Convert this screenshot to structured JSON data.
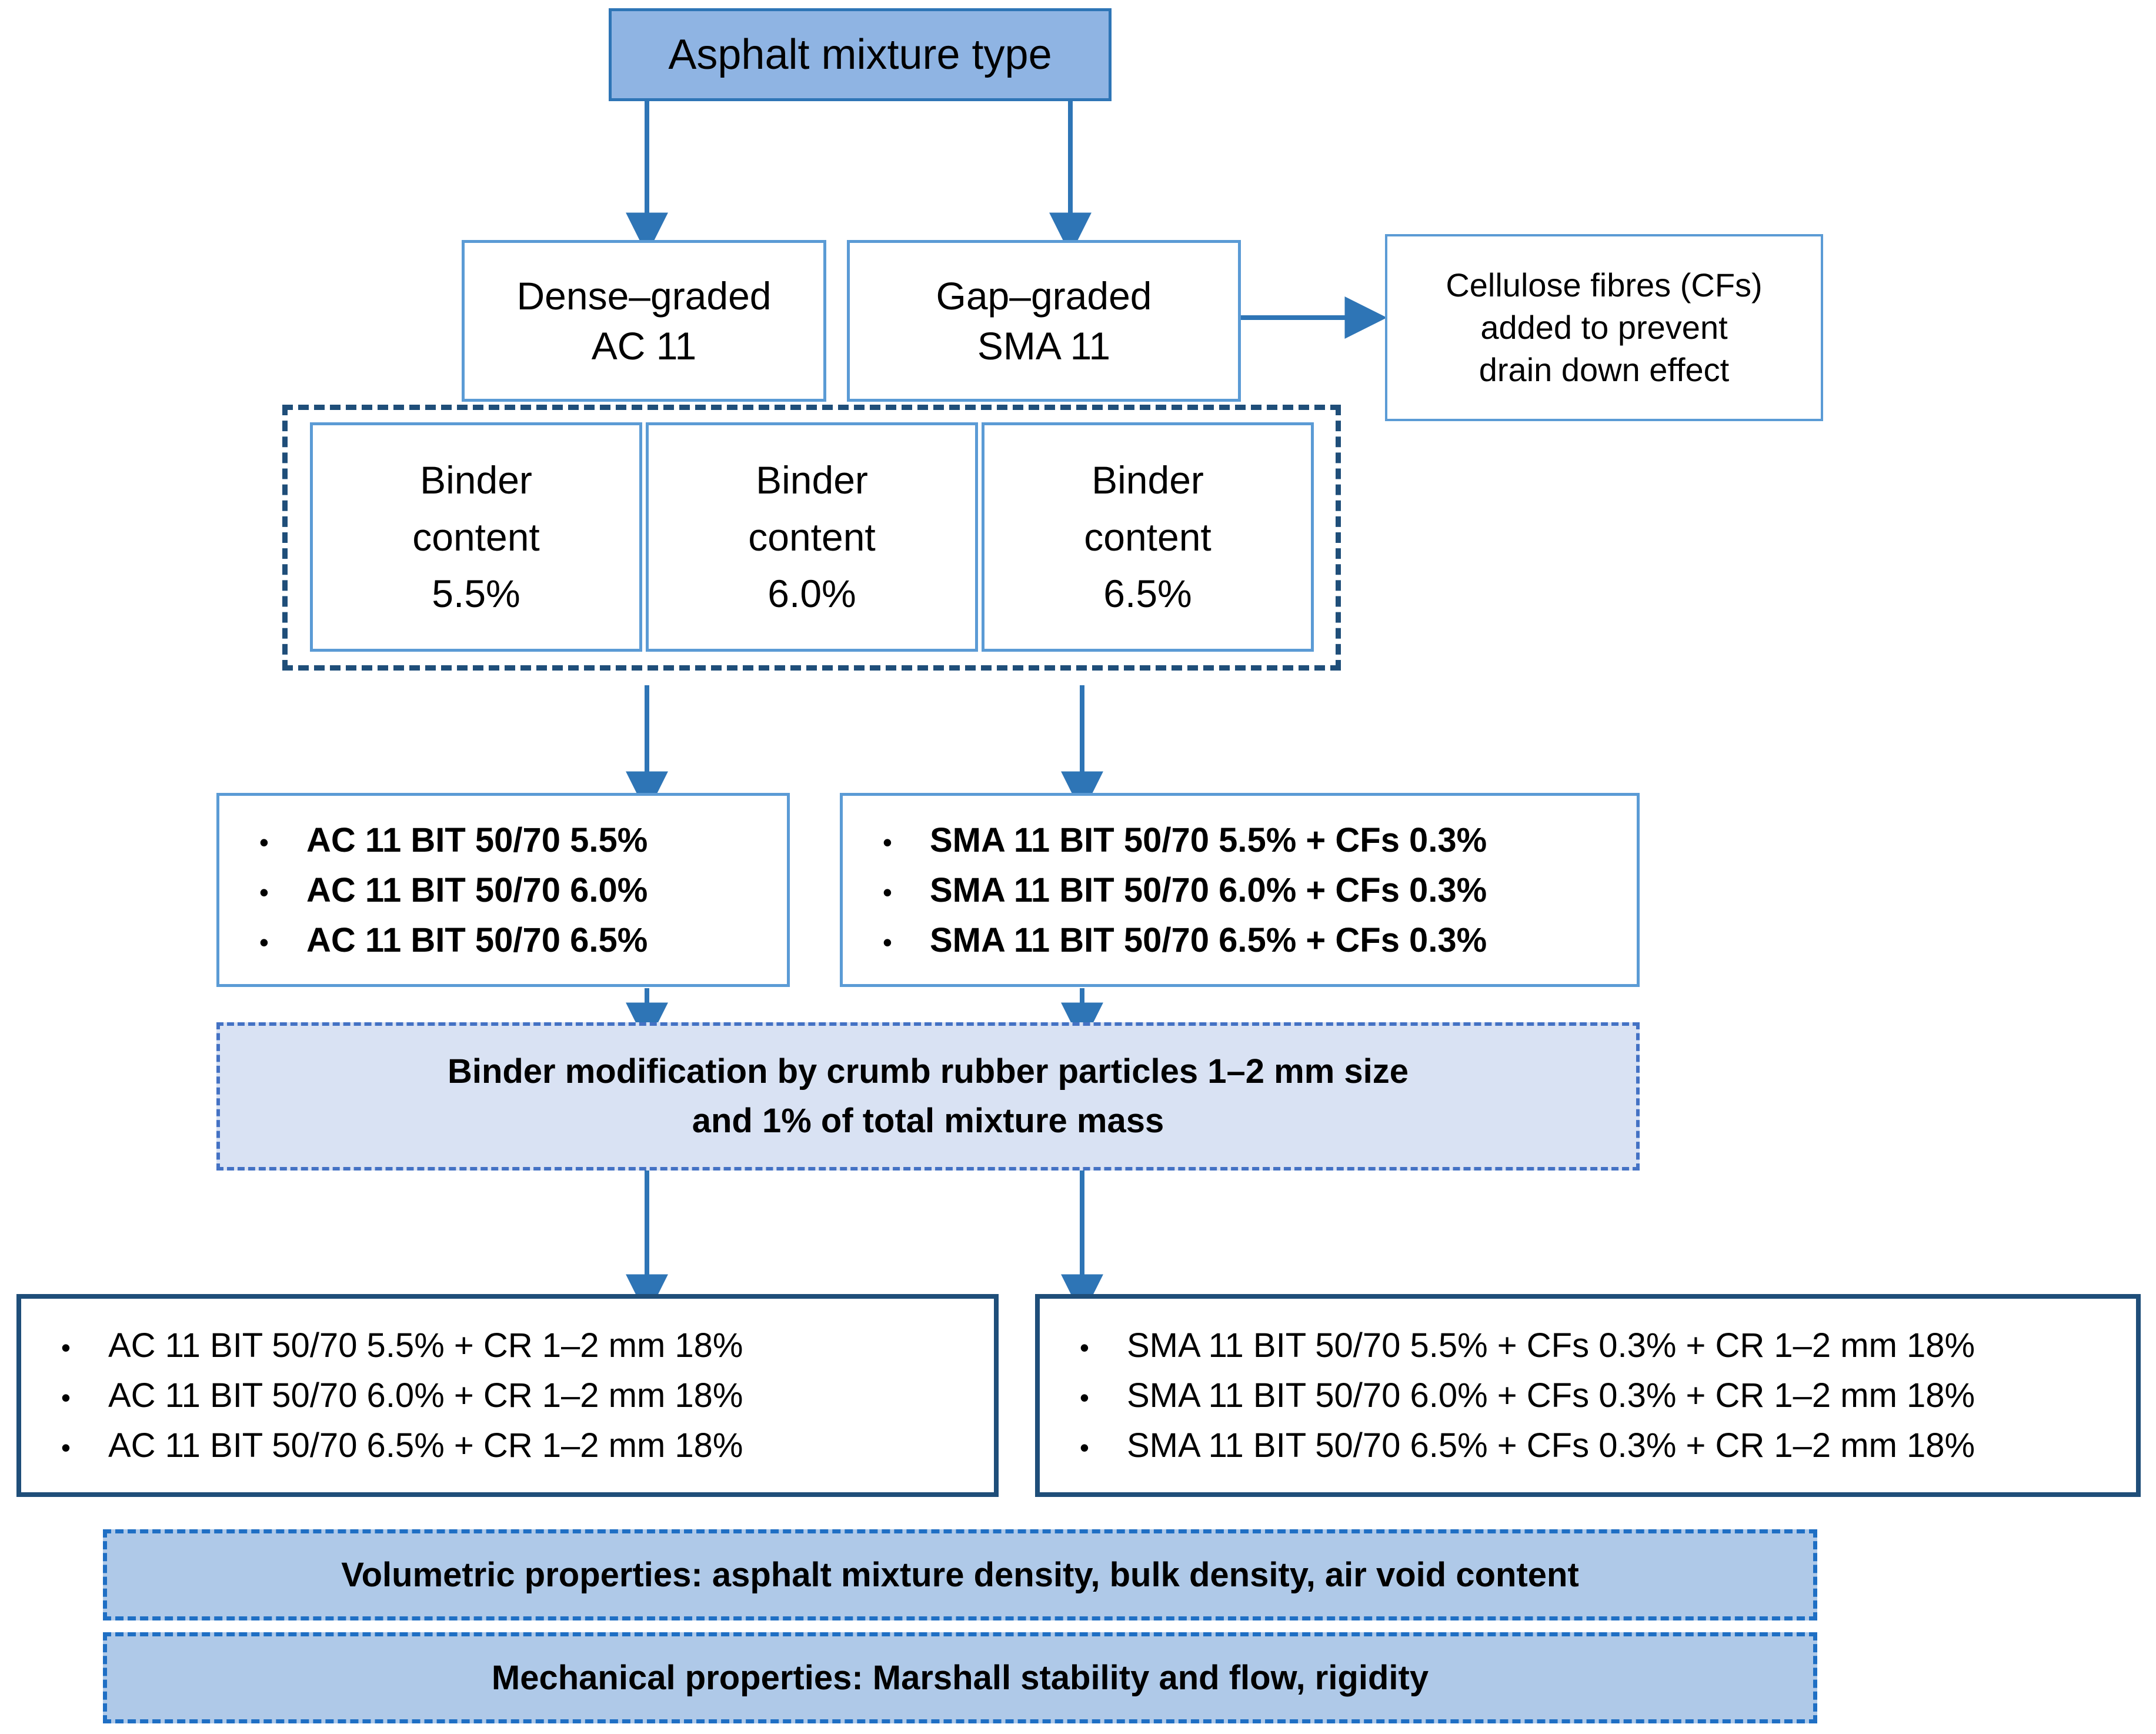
{
  "diagram": {
    "title_box": {
      "label": "Asphalt mixture type"
    },
    "mixture_types": [
      {
        "line1": "Dense–graded",
        "line2": "AC 11"
      },
      {
        "line1": "Gap–graded",
        "line2": "SMA 11"
      }
    ],
    "cellulose_note": {
      "line1": "Cellulose fibres (CFs)",
      "line2": "added to prevent",
      "line3": "drain down effect"
    },
    "binder_contents": [
      {
        "l1": "Binder",
        "l2": "content",
        "l3": "5.5%"
      },
      {
        "l1": "Binder",
        "l2": "content",
        "l3": "6.0%"
      },
      {
        "l1": "Binder",
        "l2": "content",
        "l3": "6.5%"
      }
    ],
    "ac_mixes": {
      "bullet": "•",
      "items": [
        "AC 11 BIT 50/70 5.5%",
        "AC 11 BIT 50/70 6.0%",
        "AC 11 BIT 50/70 6.5%"
      ]
    },
    "sma_mixes": {
      "bullet": "•",
      "items": [
        "SMA 11 BIT 50/70 5.5% + CFs 0.3%",
        "SMA 11 BIT 50/70 6.0% + CFs 0.3%",
        "SMA 11 BIT 50/70 6.5% + CFs 0.3%"
      ]
    },
    "binder_modification": {
      "line1": "Binder modification by crumb rubber particles 1–2 mm size",
      "line2": "and 1% of total mixture mass"
    },
    "ac_cr_mixes": {
      "bullet": "•",
      "items": [
        "AC 11 BIT 50/70 5.5% + CR 1–2 mm 18%",
        "AC 11 BIT 50/70 6.0% + CR 1–2 mm 18%",
        "AC 11 BIT 50/70 6.5% + CR 1–2 mm 18%"
      ]
    },
    "sma_cr_mixes": {
      "bullet": "•",
      "items": [
        "SMA 11 BIT 50/70 5.5% + CFs 0.3% + CR 1–2 mm 18%",
        "SMA 11 BIT 50/70 6.0% + CFs 0.3% + CR 1–2 mm 18%",
        "SMA 11 BIT 50/70 6.5% + CFs 0.3% + CR 1–2 mm 18%"
      ]
    },
    "volumetric_properties": {
      "label": "Volumetric properties: asphalt mixture density, bulk density, air void content"
    },
    "mechanical_properties": {
      "label": "Mechanical properties: Marshall stability and flow, rigidity"
    },
    "colors": {
      "title_fill": "#8FB4E3",
      "title_border": "#2E75B6",
      "light_border": "#5B9BD5",
      "dark_border": "#1F4E79",
      "arrow": "#2E75B6",
      "mod_fill": "#D9E2F3",
      "mod_border": "#4472C4",
      "prop_fill": "#AFC9E8",
      "prop_border": "#1F6FC4"
    }
  }
}
